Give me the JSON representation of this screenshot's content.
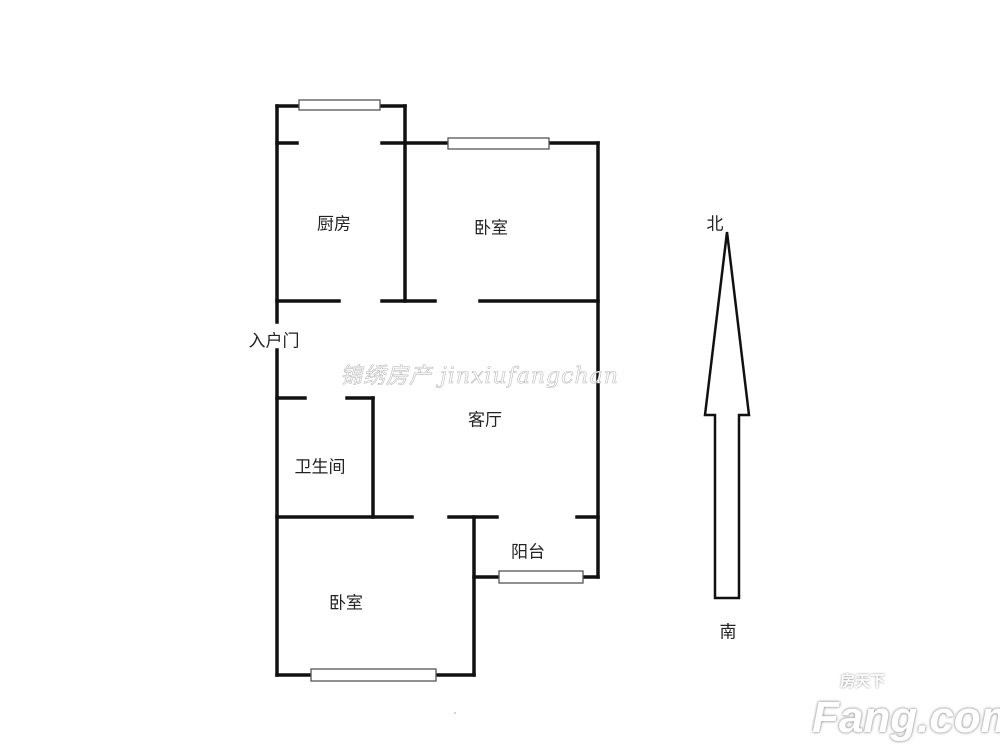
{
  "rooms": {
    "kitchen": "厨房",
    "bedroom_north": "卧室",
    "entrance": "入户门",
    "living_room": "客厅",
    "bathroom": "卫生间",
    "balcony": "阳台",
    "bedroom_south": "卧室"
  },
  "compass": {
    "north": "北",
    "south": "南"
  },
  "watermark": "锦绣房产 jinxiufangchan",
  "logo": {
    "brand": "Fang.com",
    "chinese": "房天下"
  },
  "colors": {
    "wall": "#111111",
    "window": "#555555"
  }
}
